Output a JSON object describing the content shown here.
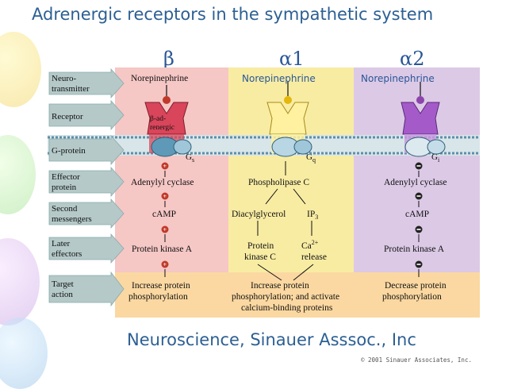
{
  "slide": {
    "title": "Adrenergic receptors in the sympathetic system",
    "source": "Neuroscience, Sinauer Asssoc., Inc",
    "copyright": "© 2001 Sinauer Associates, Inc."
  },
  "columns": [
    {
      "symbol": "β",
      "label": "",
      "receptor_name": "β-adrenergic",
      "g_protein": "Gs",
      "effector": "Adenylyl cyclase",
      "second": [
        "cAMP"
      ],
      "later": [
        "Protein kinase A"
      ],
      "target": [
        "Increase protein",
        "phosphorylation"
      ]
    },
    {
      "symbol": "α1",
      "label": "Norepinephrine",
      "receptor_name": "",
      "g_protein": "Gq",
      "effector": "Phospholipase C",
      "second": [
        "Diacylglycerol",
        "IP3"
      ],
      "later": [
        "Protein kinase C",
        "Ca2+ release"
      ],
      "target": [
        "Increase protein",
        "phosphorylation; and activate",
        "calcium-binding proteins"
      ]
    },
    {
      "symbol": "α2",
      "label": "Norepinephrine",
      "receptor_name": "",
      "g_protein": "Gi",
      "effector": "Adenylyl cyclase",
      "second": [
        "cAMP"
      ],
      "later": [
        "Protein kinase A"
      ],
      "target": [
        "Decrease protein",
        "phosphorylation"
      ]
    }
  ],
  "row_labels": [
    "Neuro-transmitter",
    "Receptor",
    "G-protein",
    "Effector protein",
    "Second messengers",
    "Later effectors",
    "Target action"
  ],
  "transmitter_beta": "Norepinephrine",
  "colors": {
    "beta_bg": "#f5c7c5",
    "a1_bg": "#f8eca3",
    "a2_bg": "#dcc9e6",
    "target_bg": "#fbd8a1",
    "membrane": "#5e8ea8",
    "row_arrow": "#b5c9c9",
    "accent": "#2c5f93"
  }
}
